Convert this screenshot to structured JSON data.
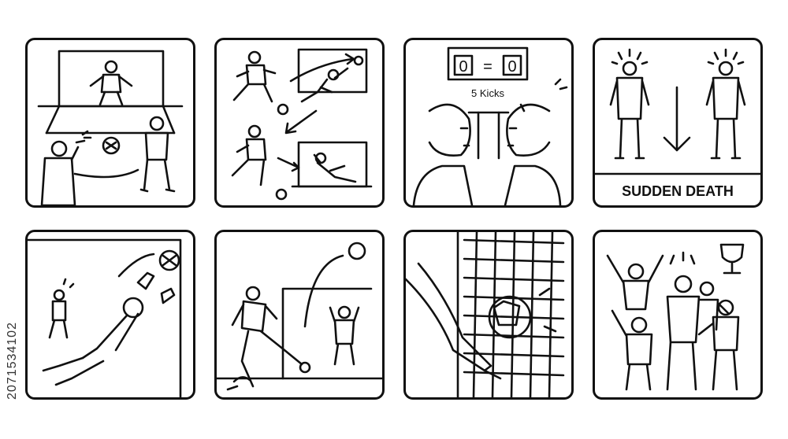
{
  "panels": {
    "scoreboard": {
      "home_score": "0",
      "separator": "=",
      "away_score": "0",
      "caption": "5 Kicks"
    },
    "sudden_death": {
      "caption": "SUDDEN DEATH"
    }
  },
  "stock_id": "2071534102"
}
